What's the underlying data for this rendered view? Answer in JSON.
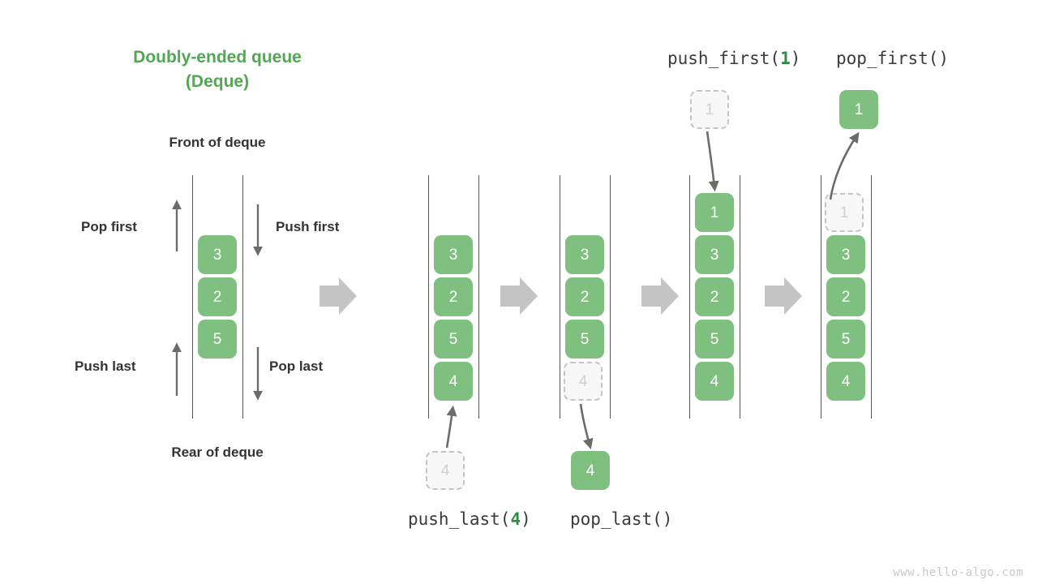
{
  "title": "Doubly-ended queue\n(Deque)",
  "colors": {
    "accent_green": "#53a653",
    "cell_green": "#7fbf80",
    "ghost_fill": "#f7f7f7",
    "ghost_border": "#c4c4c4",
    "text_dark": "#333333",
    "arrow_gray": "#6b6b6b",
    "step_arrow_gray": "#c4c4c4",
    "watermark_gray": "#c8c8c8"
  },
  "labels": {
    "front_of_deque": "Front of deque",
    "rear_of_deque": "Rear of deque",
    "pop_first": "Pop first",
    "push_first": "Push first",
    "push_last": "Push last",
    "pop_last": "Pop last"
  },
  "operations": {
    "push_last": {
      "name": "push_last(",
      "arg": "4",
      "close": ")"
    },
    "pop_last": {
      "name": "pop_last()",
      "arg": "",
      "close": ""
    },
    "push_first": {
      "name": "push_first(",
      "arg": "1",
      "close": ")"
    },
    "pop_first": {
      "name": "pop_first()",
      "arg": "",
      "close": ""
    }
  },
  "panels": [
    {
      "id": "initial",
      "cells": [
        "3",
        "2",
        "5"
      ]
    },
    {
      "id": "push-last",
      "cells": [
        "3",
        "2",
        "5",
        "4"
      ],
      "external": "4"
    },
    {
      "id": "pop-last",
      "cells": [
        "3",
        "2",
        "5"
      ],
      "ghost_tail": "4",
      "external": "4"
    },
    {
      "id": "push-first",
      "cells": [
        "1",
        "3",
        "2",
        "5",
        "4"
      ],
      "external": "1"
    },
    {
      "id": "pop-first",
      "cells": [
        "3",
        "2",
        "5",
        "4"
      ],
      "ghost_head": "1",
      "external": "1"
    }
  ],
  "watermark": "www.hello-algo.com"
}
